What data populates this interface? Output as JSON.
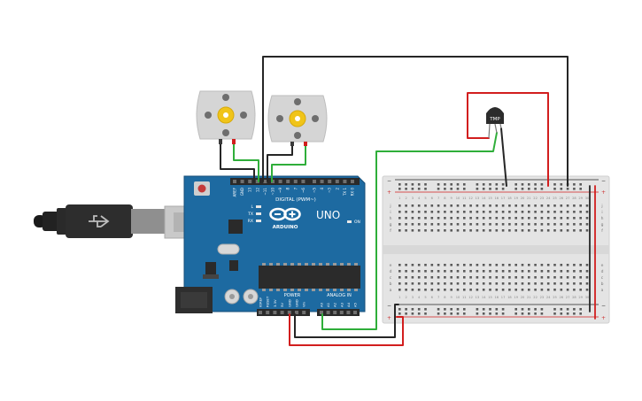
{
  "arduino": {
    "brand": "ARDUINO",
    "model": "UNO",
    "digital_header_label": "DIGITAL (PWM~)",
    "analog_header_label": "ANALOG IN",
    "power_header_label": "POWER",
    "on_label": "ON",
    "led_labels": [
      "L",
      "TX",
      "RX"
    ],
    "digital_pin_labels": [
      "AREF",
      "GND",
      "13",
      "12",
      "~11",
      "~10",
      "~9",
      "8",
      "7",
      "~6",
      "~5",
      "4",
      "~3",
      "2",
      "TX 1",
      "RX 0"
    ],
    "power_pin_labels": [
      "IOREF",
      "RESET",
      "3.3V",
      "5V",
      "GND",
      "GND",
      "Vin"
    ],
    "analog_pin_labels": [
      "A0",
      "A1",
      "A2",
      "A3",
      "A4",
      "A5"
    ]
  },
  "sensor": {
    "label": "TMP"
  },
  "breadboard": {
    "rail_plus": "+",
    "rail_minus": "−",
    "row_letters_top": [
      "j",
      "i",
      "h",
      "g",
      "f"
    ],
    "row_letters_bottom": [
      "e",
      "d",
      "c",
      "b",
      "a"
    ],
    "column_count": 30
  },
  "colors": {
    "board": "#1d6aa1",
    "board_dark": "#14507d",
    "breadboard": "#e4e4e4",
    "wire_red": "#d21e1e",
    "wire_black": "#262626",
    "wire_green": "#2fae3a",
    "motor_body": "#d5d5d5",
    "motor_gear": "#f0c419"
  }
}
